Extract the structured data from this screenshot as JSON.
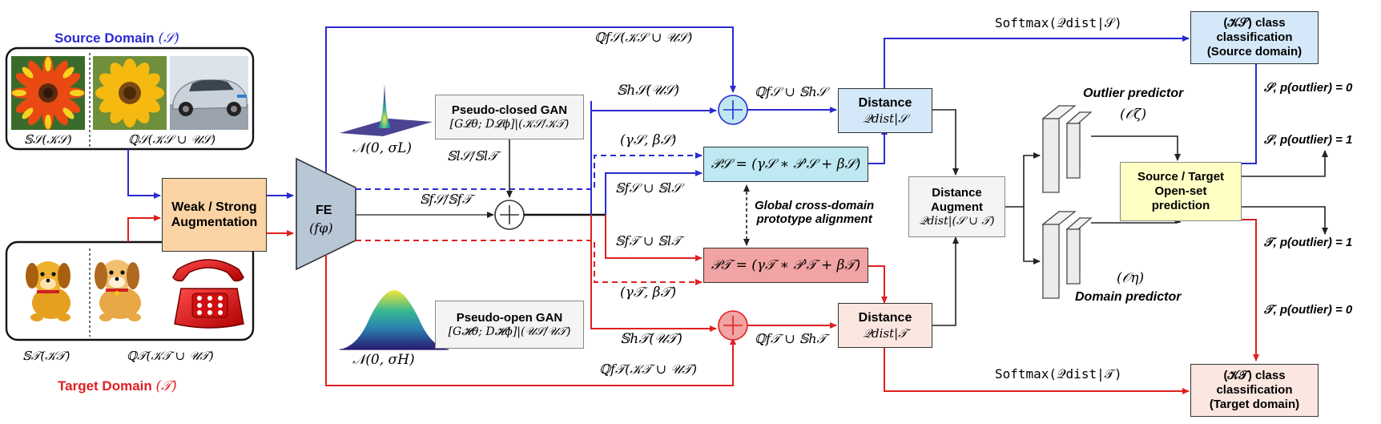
{
  "source_panel": {
    "title": "Source Domain",
    "title_symbol": "(𝒮)",
    "caption_known": "𝕊𝒮(𝒦𝒮)",
    "caption_query": "ℚ𝒮(𝒦𝒮 ∪ 𝒰𝒮)"
  },
  "target_panel": {
    "title": "Target Domain",
    "title_symbol": "(𝒯)",
    "caption_known": "𝕊𝒯(𝒦𝒯)",
    "caption_query": "ℚ𝒯(𝒦𝒯 ∪ 𝒰𝒯)"
  },
  "augmentation": {
    "line1": "Weak / Strong",
    "line2": "Augmentation"
  },
  "fe": {
    "title": "FE",
    "symbol": "(f𝜑)"
  },
  "gan_closed": {
    "title": "Pseudo-closed GAN",
    "formula": "[G𝓛θ; D𝓛ϕ]|(𝒦𝒮/𝒦𝒯)",
    "noise": "𝒩(0, σL)",
    "output": "𝕊l𝒮/𝕊l𝒯"
  },
  "gan_open": {
    "title": "Pseudo-open GAN",
    "formula": "[G𝓗θ; D𝓗ϕ]|(𝒰𝒮/𝒰𝒯)",
    "noise": "𝒩(0, σH)"
  },
  "flow_labels": {
    "top_query_source": "ℚf𝒮(𝒦𝒮 ∪ 𝒰𝒮)",
    "h_source": "𝕊h𝒮(𝒰𝒮)",
    "fe_out": "𝕊f𝒮/𝕊f𝒯",
    "gamma_source": "(γ𝒮, β𝒮)",
    "sum_source": "𝕊f𝒮 ∪ 𝕊l𝒮",
    "sum_target": "𝕊f𝒯 ∪ 𝕊l𝒯",
    "gamma_target": "(γ𝒯, β𝒯)",
    "h_target": "𝕊h𝒯(𝒰𝒯)",
    "bottom_query_target": "ℚf𝒯(𝒦𝒯 ∪ 𝒰𝒯)",
    "union_source": "ℚf𝒮 ∪ 𝕊h𝒮",
    "union_target": "ℚf𝒯 ∪ 𝕊h𝒯",
    "softmax_source": "Softmax(𝒬dist|𝒮)",
    "softmax_target": "Softmax(𝒬dist|𝒯)"
  },
  "prototypes": {
    "source": "𝒫𝒮 = (γ𝒮 ∗ 𝒫′𝒮 + β𝒮)",
    "target": "𝒫𝒯 = (γ𝒯 ∗ 𝒫′𝒯 + β𝒯)",
    "alignment_line1": "Global cross-domain",
    "alignment_line2": "prototype alignment"
  },
  "distance_source": {
    "title": "Distance",
    "formula": "𝒬dist|𝒮"
  },
  "distance_target": {
    "title": "Distance",
    "formula": "𝒬dist|𝒯"
  },
  "distance_augment": {
    "line1": "Distance",
    "line2": "Augment",
    "formula": "𝒬dist|(𝒮 ∪ 𝒯)"
  },
  "outlier_predictor": {
    "title": "Outlier predictor",
    "symbol": "(𝒪ζ)"
  },
  "domain_predictor": {
    "title": "Domain predictor",
    "symbol": "(𝒪η)"
  },
  "openset": {
    "line1": "Source / Target",
    "line2": "Open-set",
    "line3": "prediction"
  },
  "outputs": {
    "s_out0": "𝒮, p(outlier) = 0",
    "s_out1": "𝒮, p(outlier) = 1",
    "t_out1": "𝒯, p(outlier) = 1",
    "t_out0": "𝒯, p(outlier) = 0"
  },
  "class_source": {
    "line1": "(𝒦𝒮) class",
    "line2": "classification",
    "line3": "(Source domain)"
  },
  "class_target": {
    "line1": "(𝒦𝒯) class",
    "line2": "classification",
    "line3": "(Target domain)"
  },
  "colors": {
    "blue": "#2a2ad2",
    "red": "#e02020",
    "dark": "#333333",
    "augmentation_fill": "#fbd3a5",
    "fe_fill": "#b8c7d6",
    "proto_source_fill": "#bfe9f2",
    "proto_target_fill": "#f2a3a3",
    "distance_source_fill": "#d4e8f9",
    "distance_target_fill": "#fbe6e0",
    "openset_fill": "#ffffc4",
    "class_source_fill": "#d4e8f9",
    "class_target_fill": "#fbe6e0",
    "gan_fill": "#f4f4f4"
  },
  "icons": [
    "flower-icon",
    "sunflower-icon",
    "sports-car-icon",
    "puppy-icon",
    "telephone-icon",
    "plus-circle-icon",
    "gaussian-peak-icon",
    "gaussian-wide-icon",
    "predictor-block-icon"
  ]
}
